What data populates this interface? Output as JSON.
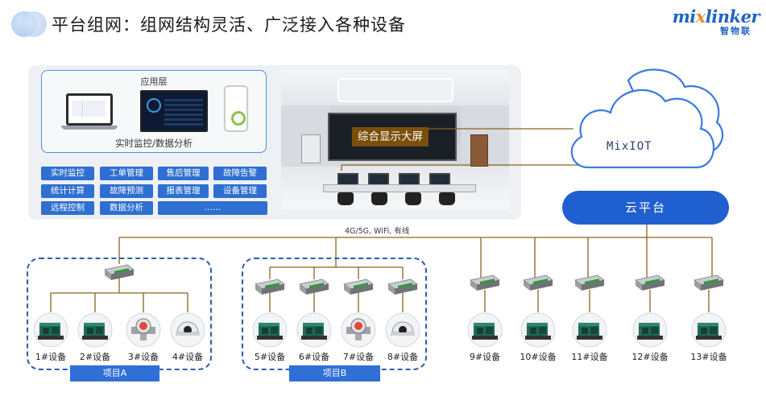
{
  "header": {
    "title": "平台组网：组网结构灵活、广泛接入各种设备",
    "brand_name_part1": "mi",
    "brand_name_x": "x",
    "brand_name_part2": "linker",
    "brand_sub": "智物联"
  },
  "application": {
    "title": "应用层",
    "caption": "实时监控/数据分析",
    "functions": [
      "实时监控",
      "工单管理",
      "售后管理",
      "故障告警",
      "统计计算",
      "故障预测",
      "报表管理",
      "设备管理",
      "远程控制",
      "数据分析",
      "……"
    ]
  },
  "control_room": {
    "screen_label": "综合显示大屏"
  },
  "cloud": {
    "label": "MixIOT",
    "platform_label": "云平台"
  },
  "network": {
    "label": "4G/5G, WiFi, 有线"
  },
  "projects": [
    {
      "label": "项目A",
      "devices": [
        "1#设备",
        "2#设备",
        "3#设备",
        "4#设备"
      ]
    },
    {
      "label": "项目B",
      "devices": [
        "5#设备",
        "6#设备",
        "7#设备",
        "8#设备"
      ]
    }
  ],
  "standalone_devices": [
    "9#设备",
    "10#设备",
    "11#设备",
    "12#设备",
    "13#设备"
  ],
  "device_icons": [
    "generator-icon",
    "generator-icon",
    "flow-meter-icon",
    "dome-camera-icon"
  ],
  "colors": {
    "accent_blue": "#1f5fcf",
    "wire_brown": "#8a6420",
    "screen_label_bg": "#7a4e0b",
    "function_blue": "#2e6fd1"
  }
}
